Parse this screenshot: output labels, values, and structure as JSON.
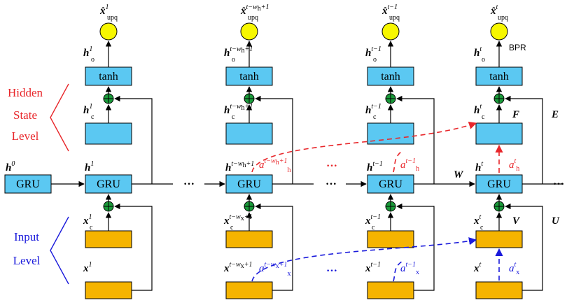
{
  "left_labels": {
    "hidden": [
      "Hidden",
      "State",
      "Level"
    ],
    "input": [
      "Input",
      "Level"
    ]
  },
  "colors": {
    "hidden_label": "#e8262a",
    "input_label": "#1a1adb",
    "gru_box": "#5bc8f2",
    "input_box": "#f5b400",
    "output_node": "#f7f700",
    "sum_node": "#1a9a3a",
    "hidden_attn": "#e8262a",
    "input_attn": "#1a1adb"
  },
  "box_labels": {
    "gru": "GRU",
    "tanh": "tanh"
  },
  "initial": {
    "h_label": "h",
    "h_sup": "0"
  },
  "columns": [
    {
      "xhat_sup": "1",
      "ho_sup": "1",
      "hc_sup": "1",
      "h_sup": "1",
      "xc_sup": "1",
      "x_sup": "1"
    },
    {
      "xhat_sup": "t−w",
      "xhat_sub2": "h",
      "xhat_tail": "+1",
      "ho_sup": "t−w",
      "ho_sub2": "h",
      "ho_tail": "+1",
      "hc_sup": "t−w",
      "hc_sub2": "h",
      "hc_tail": "+1",
      "h_sup": "t−w",
      "h_sub2": "h",
      "h_tail": "+1",
      "xc_sup": "t−w",
      "xc_sub2": "x",
      "xc_tail": "+1",
      "x_sup": "t−w",
      "x_sub2": "x",
      "x_tail": "+1",
      "ah": "a",
      "ah_sup": "t−w",
      "ah_sub2": "h",
      "ah_tail": "+1",
      "ah_sub": "h",
      "ax": "a",
      "ax_sup": "t−w",
      "ax_sub2": "x",
      "ax_tail": "+1",
      "ax_sub": "x"
    },
    {
      "xhat_sup": "t−1",
      "ho_sup": "t−1",
      "hc_sup": "t−1",
      "h_sup": "t−1",
      "xc_sup": "t−1",
      "x_sup": "t−1",
      "ah": "a",
      "ah_sup": "t−1",
      "ah_sub": "h",
      "ax": "a",
      "ax_sup": "t−1",
      "ax_sub": "x"
    },
    {
      "xhat_sup": "t",
      "ho_sup": "t",
      "hc_sup": "t",
      "h_sup": "t",
      "xc_sup": "t",
      "x_sup": "t",
      "ah": "a",
      "ah_sup": "t",
      "ah_sub": "h",
      "ax": "a",
      "ax_sup": "t",
      "ax_sub": "x"
    }
  ],
  "symbols": {
    "xhat_base": "x̂",
    "xhat_sub": "upq",
    "h": "h",
    "o": "o",
    "c": "c",
    "x": "x",
    "bpr": "BPR",
    "F": "F",
    "E": "E",
    "W": "W",
    "V": "V",
    "U": "U",
    "dots": "···"
  }
}
